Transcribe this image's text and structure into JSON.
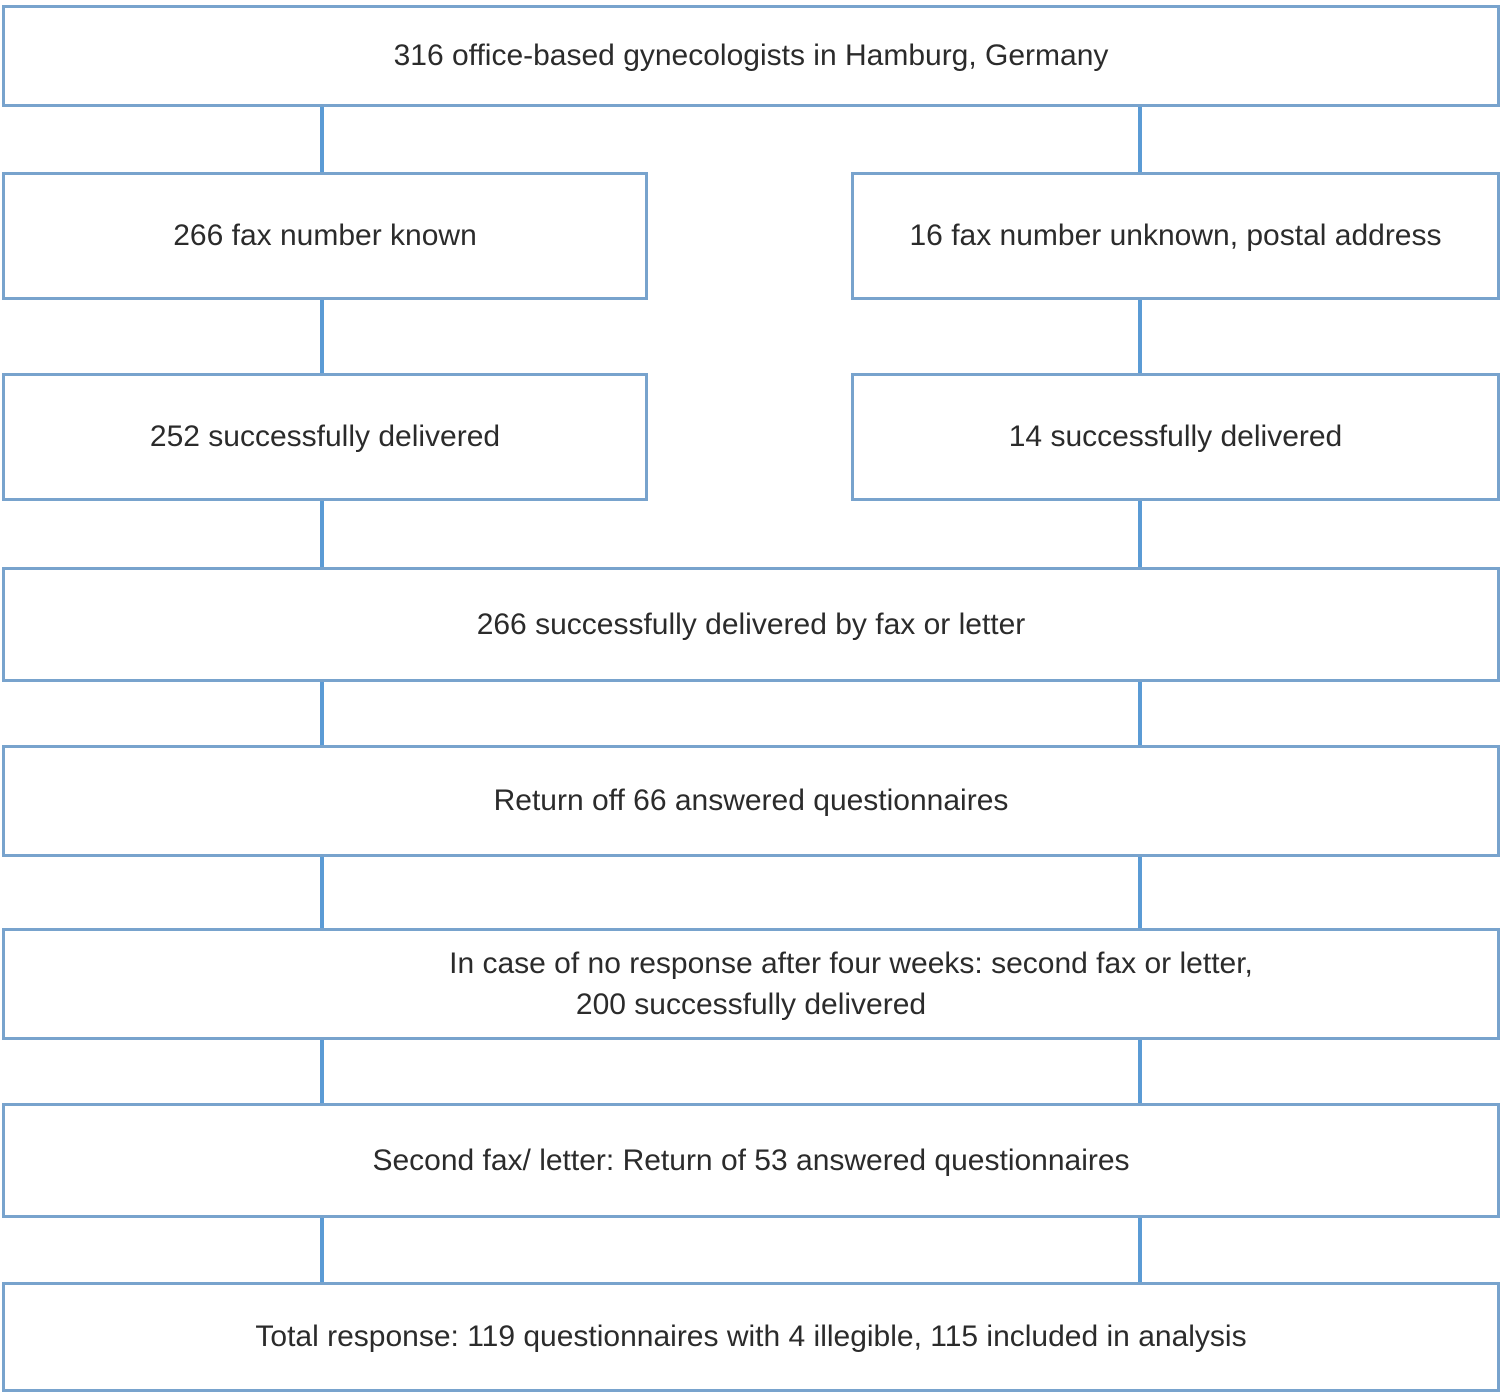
{
  "colors": {
    "border": "#78a3cd",
    "connector": "#5b9bd5",
    "text": "#2b2b2b",
    "background": "#ffffff"
  },
  "flowchart": {
    "title_box": {
      "text": "316 office-based gynecologists in Hamburg, Germany"
    },
    "fax_known_box": {
      "text": "266 fax number known"
    },
    "fax_unknown_box": {
      "text": "16 fax number unknown, postal address"
    },
    "fax_delivered_box": {
      "text": "252 successfully delivered"
    },
    "postal_delivered_box": {
      "text": "14 successfully delivered"
    },
    "all_delivered_box": {
      "text": "266 successfully delivered by fax or letter"
    },
    "first_return_box": {
      "text": "Return off 66 answered questionnaires"
    },
    "second_contact_box": {
      "line1": "In case of no response after four weeks: second fax or letter,",
      "line2": "200 successfully delivered"
    },
    "second_return_box": {
      "text": "Second fax/ letter: Return of 53 answered questionnaires"
    },
    "total_response_box": {
      "text": "Total response: 119 questionnaires with 4 illegible, 115 included in analysis"
    }
  }
}
